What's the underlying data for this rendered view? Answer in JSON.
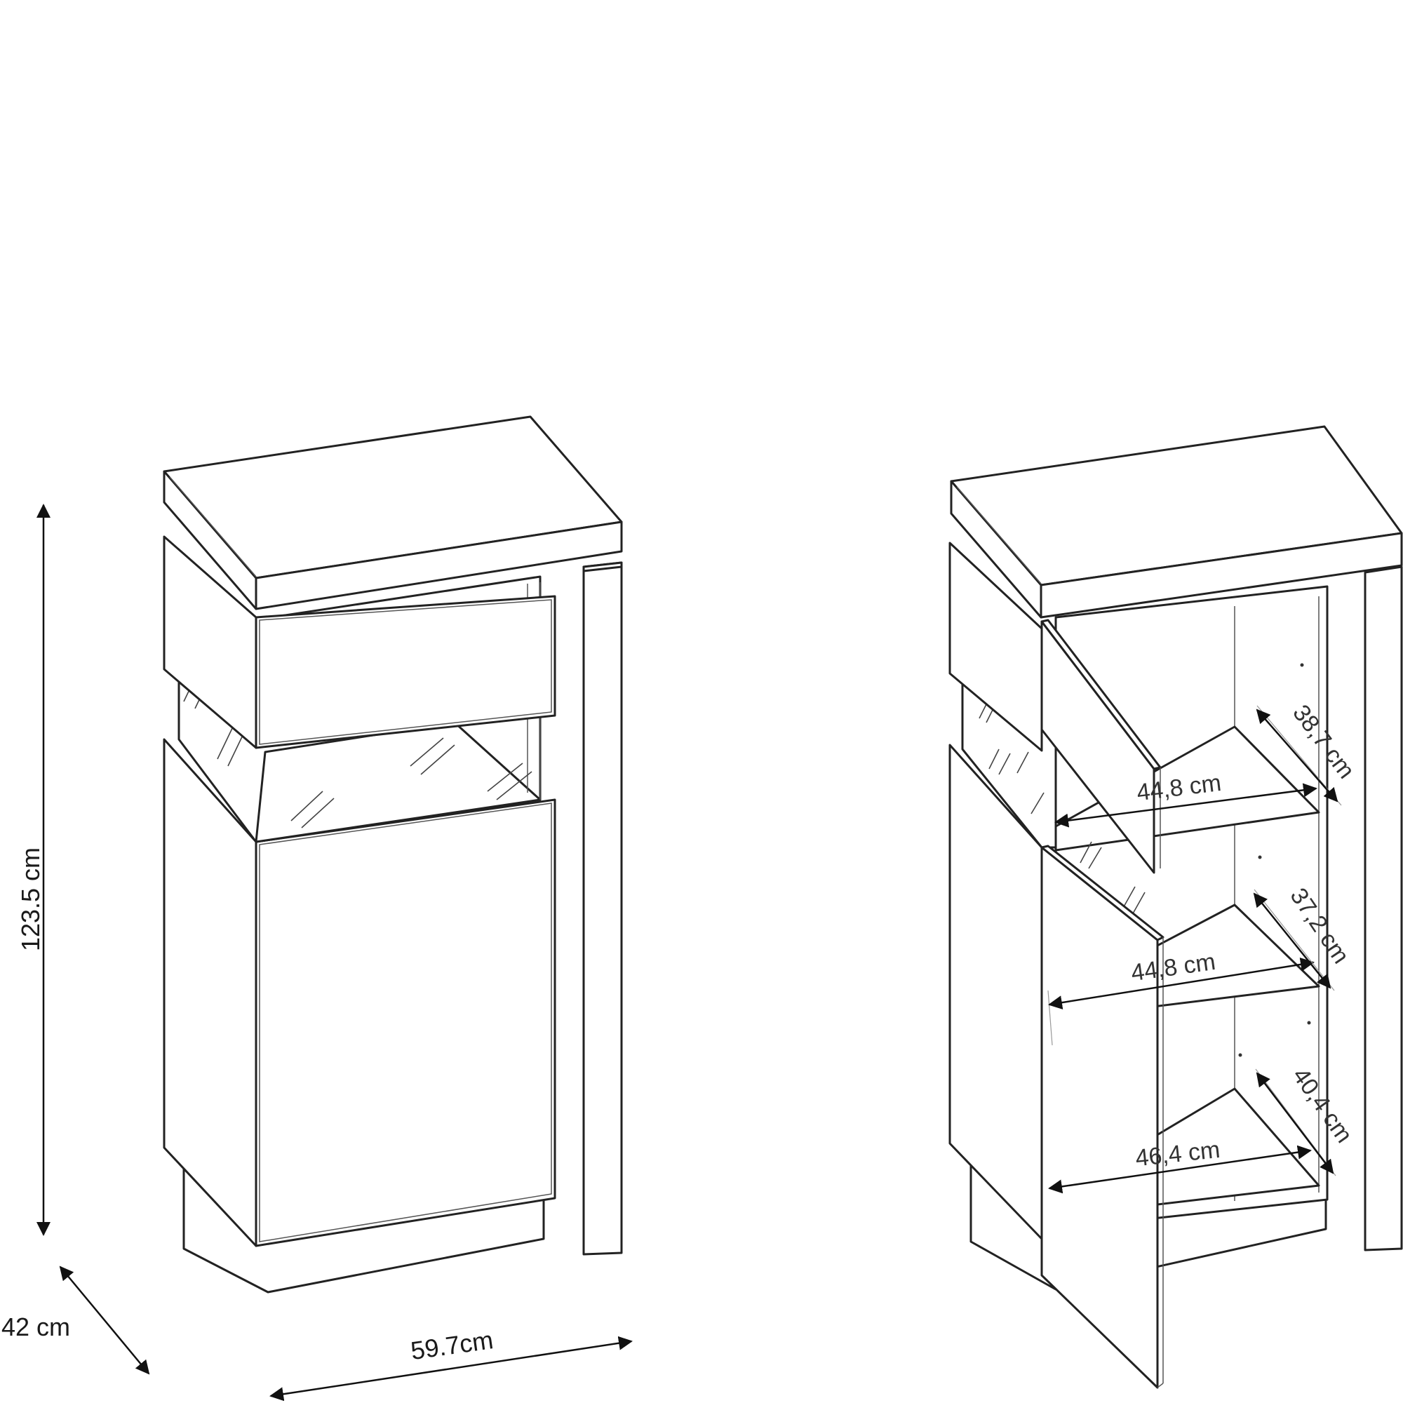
{
  "dimensions": {
    "height": "123.5 cm",
    "depth": "42 cm",
    "width": "59.7cm"
  },
  "interior": {
    "top_width": "44,8 cm",
    "top_depth": "38,7 cm",
    "middle_width": "44,8 cm",
    "middle_depth": "37,2 cm",
    "bottom_width": "46,4 cm",
    "bottom_depth": "40,4 cm"
  }
}
